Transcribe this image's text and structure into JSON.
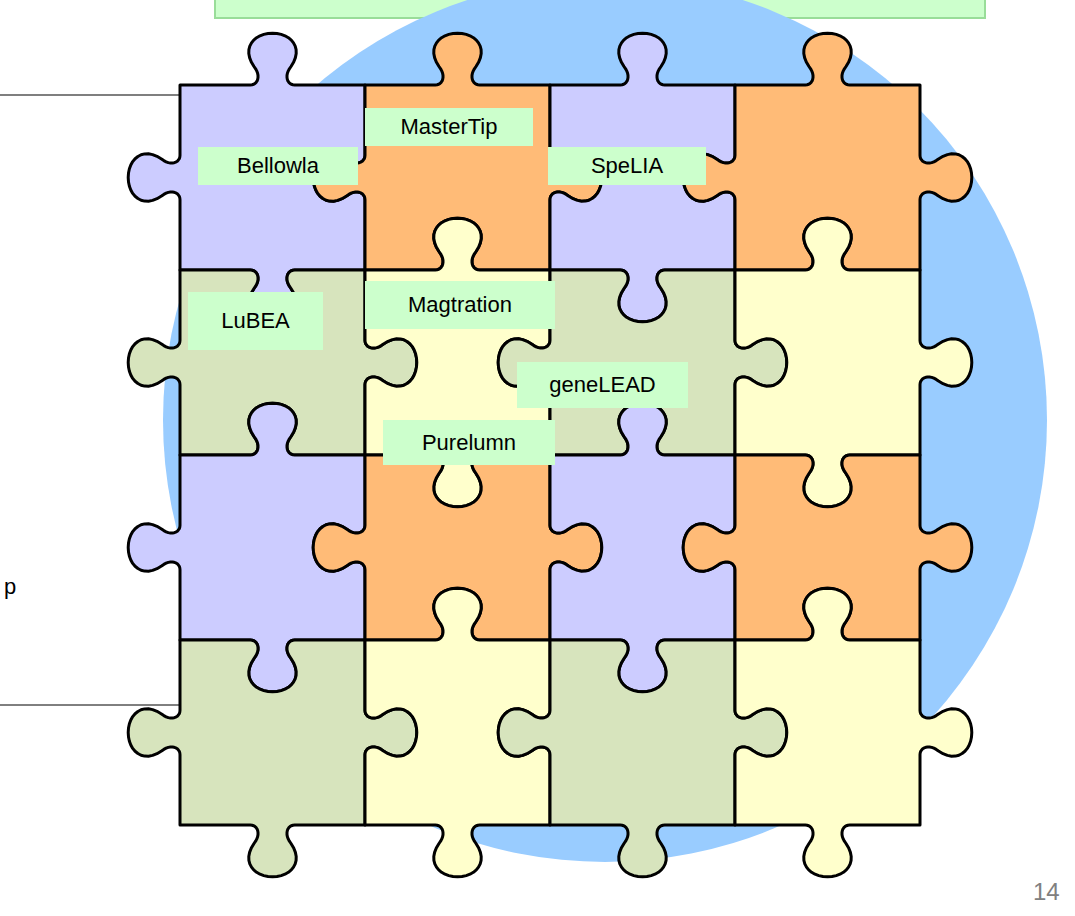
{
  "diagram": {
    "nodes": [
      {
        "text": [
          "MasterTip"
        ]
      },
      {
        "text": [
          "Bellowla"
        ]
      },
      {
        "text": [
          "SpeLIA"
        ]
      },
      {
        "text": [
          "Magtration"
        ]
      },
      {
        "text": [
          "LuBEA"
        ]
      },
      {
        "text": [
          "geneLEAD"
        ]
      },
      {
        "text": [
          "Purelumn"
        ]
      }
    ],
    "labels": [
      "p",
      "14"
    ]
  }
}
